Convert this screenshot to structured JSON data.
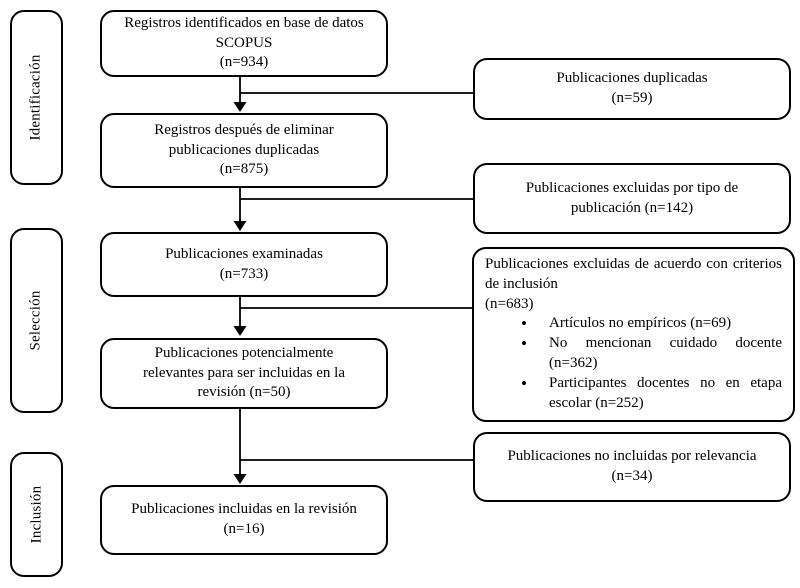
{
  "stages": [
    {
      "label": "Identificación"
    },
    {
      "label": "Selección"
    },
    {
      "label": "Inclusión"
    }
  ],
  "flow": [
    {
      "text": "Registros identificados en base de datos\nSCOPUS\n(n=934)"
    },
    {
      "text": "Registros después de eliminar\npublicaciones duplicadas\n(n=875)"
    },
    {
      "text": "Publicaciones examinadas\n(n=733)"
    },
    {
      "text": "Publicaciones potencialmente\nrelevantes para ser incluidas en la\nrevisión (n=50)"
    },
    {
      "text": "Publicaciones incluidas en la revisión\n(n=16)"
    }
  ],
  "side": [
    {
      "text": "Publicaciones duplicadas\n(n=59)"
    },
    {
      "text": "Publicaciones excluidas por tipo de\npublicación (n=142)"
    },
    {
      "header": "Publicaciones excluidas de acuerdo con criterios de inclusión",
      "count": "(n=683)",
      "bullets": [
        "Artículos no empíricos (n=69)",
        "No mencionan cuidado docente (n=362)",
        "Participantes docentes no en etapa escolar (n=252)"
      ]
    },
    {
      "text": "Publicaciones no incluidas por relevancia\n(n=34)"
    }
  ],
  "colors": {
    "border": "#000000",
    "line": "#000000",
    "text": "#000000",
    "background": "#ffffff"
  }
}
